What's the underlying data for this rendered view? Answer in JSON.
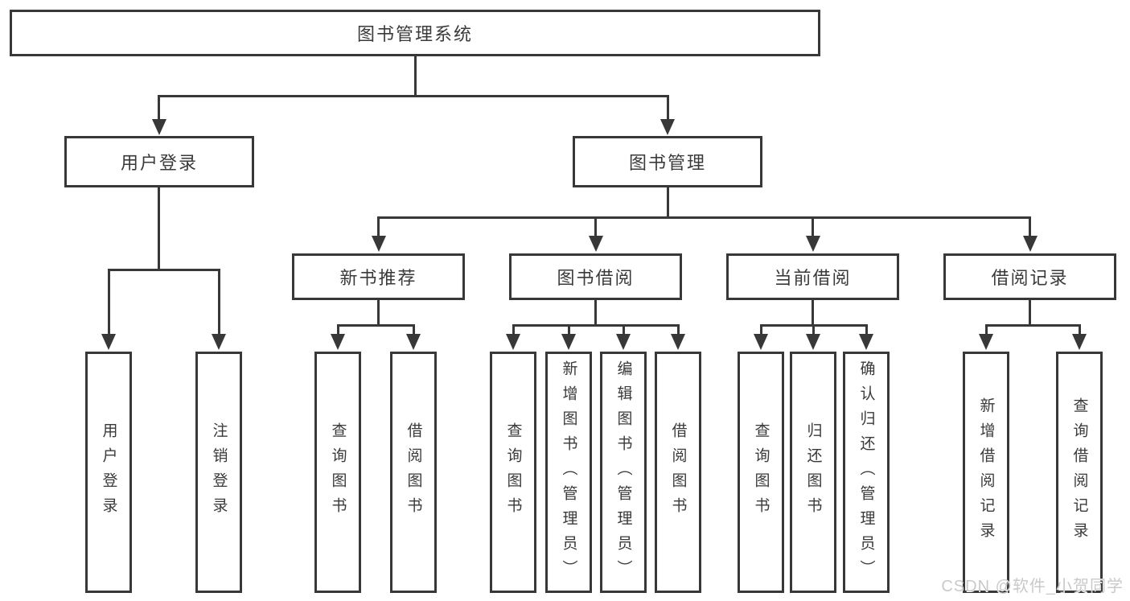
{
  "tree": {
    "root": {
      "label": "图书管理系统"
    },
    "children": [
      {
        "label": "用户登录",
        "children": [
          {
            "label": "用户登录"
          },
          {
            "label": "注销登录"
          }
        ]
      },
      {
        "label": "图书管理",
        "children": [
          {
            "label": "新书推荐",
            "children": [
              {
                "label": "查询图书"
              },
              {
                "label": "借阅图书"
              }
            ]
          },
          {
            "label": "图书借阅",
            "children": [
              {
                "label": "查询图书"
              },
              {
                "label": "新增图书（管理员）"
              },
              {
                "label": "编辑图书（管理员）"
              },
              {
                "label": "借阅图书"
              }
            ]
          },
          {
            "label": "当前借阅",
            "children": [
              {
                "label": "查询图书"
              },
              {
                "label": "归还图书"
              },
              {
                "label": "确认归还（管理员）"
              }
            ]
          },
          {
            "label": "借阅记录",
            "children": [
              {
                "label": "新增借阅记录"
              },
              {
                "label": "查询借阅记录"
              }
            ]
          }
        ]
      }
    ]
  },
  "watermark": {
    "text": "CSDN @软件_小贺同学"
  },
  "colors": {
    "line": "#383838",
    "box_border": "#383838",
    "text": "#3a3a3a",
    "background": "#ffffff",
    "watermark_text": "#c9c9c9"
  }
}
